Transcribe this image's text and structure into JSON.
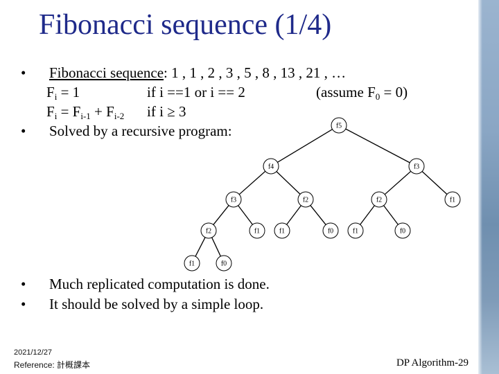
{
  "title": "Fibonacci sequence (1/4)",
  "bullets": {
    "b1_term": "Fibonacci sequence",
    "b1_rest": ": 1 , 1 , 2 , 3 , 5 , 8 , 13 , 21 , …",
    "f1_left": "F",
    "f1_sub": "i",
    "f1_eq": " = 1",
    "f1_cond": "if  i ==1  or i == 2",
    "f1_assume_a": "(assume F",
    "f1_assume_sub": "0",
    "f1_assume_b": " = 0)",
    "f2_F": "F",
    "f2_sub_i": "i",
    "f2_eq": " = F",
    "f2_sub_im1": "i-1",
    "f2_plus": " + F",
    "f2_sub_im2": "i-2",
    "f2_cond": "if  i ≥ 3",
    "b2": "Solved by a recursive program:",
    "b3": "Much replicated computation is done.",
    "b4": "It should be solved by a simple loop."
  },
  "bullet_glyph": "•",
  "tree": {
    "nodes": [
      "f5",
      "f4",
      "f3",
      "f3",
      "f2",
      "f2",
      "f1",
      "f2",
      "f1",
      "f1",
      "f0",
      "f1",
      "f0",
      "f1",
      "f0"
    ]
  },
  "footer": {
    "date": "2021/12/27",
    "reference": "Reference: 計概課本",
    "page": "DP Algorithm-29"
  }
}
